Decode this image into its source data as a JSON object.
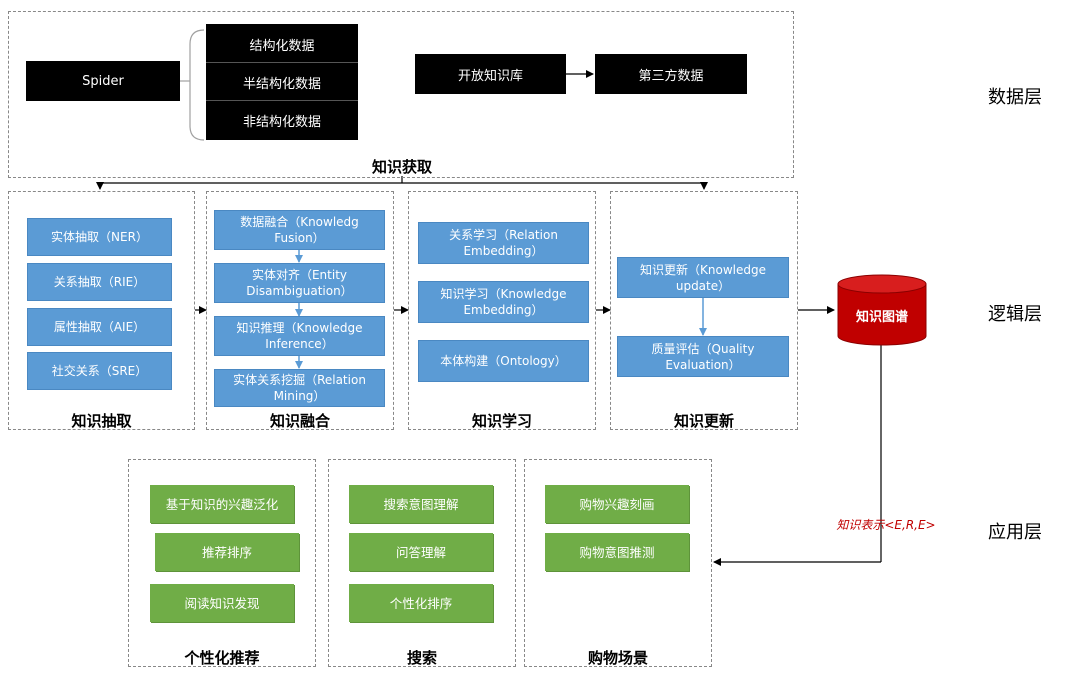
{
  "data_layer": {
    "spider": "Spider",
    "structured": "结构化数据",
    "semi_structured": "半结构化数据",
    "unstructured": "非结构化数据",
    "open_kb": "开放知识库",
    "third_party": "第三方数据",
    "title": "知识获取"
  },
  "extraction": {
    "title": "知识抽取",
    "items": [
      "实体抽取（NER）",
      "关系抽取（RIE）",
      "属性抽取（AIE）",
      "社交关系（SRE）"
    ]
  },
  "fusion": {
    "title": "知识融合",
    "items": [
      "数据融合（Knowledg Fusion）",
      "实体对齐（Entity Disambiguation）",
      "知识推理（Knowledge Inference）",
      "实体关系挖掘（Relation Mining）"
    ]
  },
  "learning": {
    "title": "知识学习",
    "items": [
      "关系学习（Relation Embedding）",
      "知识学习（Knowledge Embedding）",
      "本体构建（Ontology）"
    ]
  },
  "update": {
    "title": "知识更新",
    "items": [
      "知识更新（Knowledge update）",
      "质量评估（Quality Evaluation）"
    ]
  },
  "kg_label": "知识图谱",
  "repr_label": "知识表示<E,R,E>",
  "recommend": {
    "title": "个性化推荐",
    "items": [
      "基于知识的兴趣泛化",
      "推荐排序",
      "阅读知识发现"
    ]
  },
  "search": {
    "title": "搜索",
    "items": [
      "搜索意图理解",
      "问答理解",
      "个性化排序"
    ]
  },
  "shopping": {
    "title": "购物场景",
    "items": [
      "购物兴趣刻画",
      "购物意图推测"
    ]
  },
  "layers": {
    "data": "数据层",
    "logic": "逻辑层",
    "app": "应用层"
  },
  "colors": {
    "blue_box": "#5b9bd5",
    "green_box": "#70ad47",
    "cylinder": "#c00000",
    "repr_text": "#c00000"
  }
}
